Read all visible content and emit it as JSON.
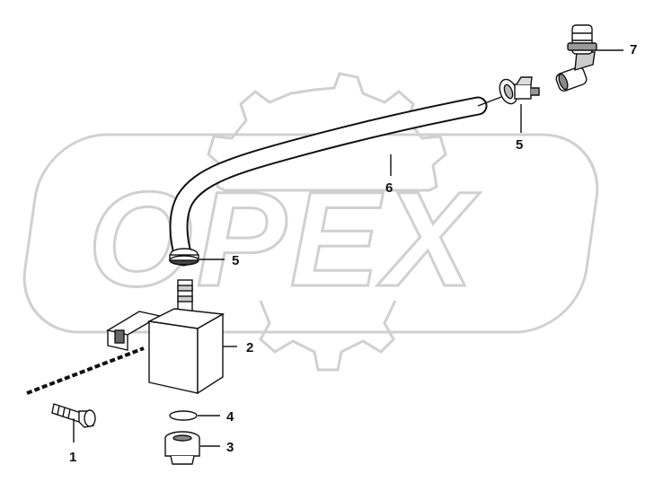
{
  "watermark": {
    "text": "OPEX"
  },
  "callouts": {
    "c1": "1",
    "c2": "2",
    "c3": "3",
    "c4": "4",
    "c5a": "5",
    "c5b": "5",
    "c6": "6",
    "c7": "7"
  }
}
